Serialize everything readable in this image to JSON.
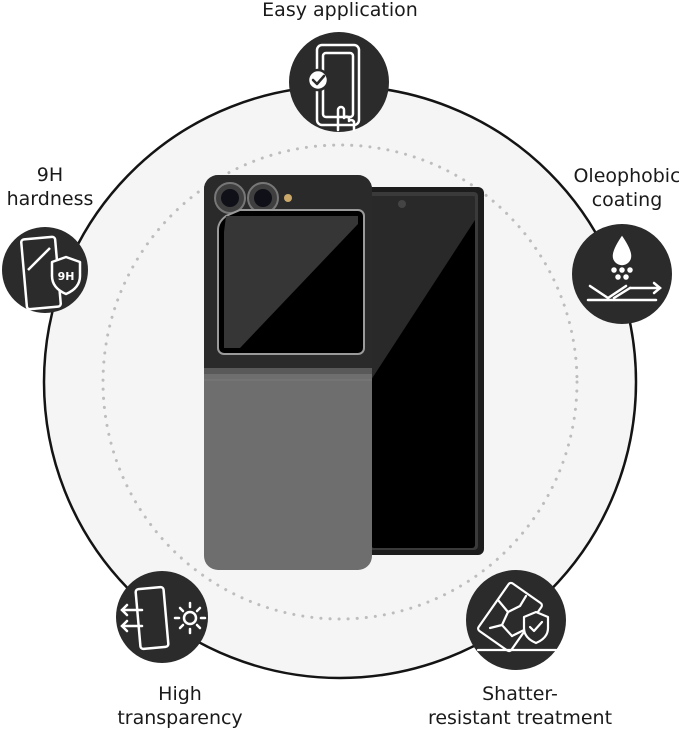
{
  "colors": {
    "background": "#ffffff",
    "circle_fill": "#f5f5f5",
    "circle_stroke": "#141414",
    "dots": "#bdbdbd",
    "badge": "#2b2b2b",
    "icon_line": "#ffffff",
    "phone_top": "#2a2a2a",
    "phone_bottom": "#6e6e6e",
    "screen": "#000000"
  },
  "features": [
    {
      "id": "easy",
      "icon": "touch-install-icon",
      "lines": [
        "Easy application"
      ]
    },
    {
      "id": "hardness",
      "icon": "9h-shield-icon",
      "lines": [
        "9H",
        "hardness"
      ],
      "badge_text": "9H"
    },
    {
      "id": "oleophobic",
      "icon": "water-drop-repel-icon",
      "lines": [
        "Oleophobic",
        "coating"
      ]
    },
    {
      "id": "transparency",
      "icon": "light-through-glass-icon",
      "lines": [
        "High",
        "transparency"
      ]
    },
    {
      "id": "shatter",
      "icon": "cracked-glass-shield-icon",
      "lines": [
        "Shatter-",
        "resistant treatment"
      ]
    }
  ]
}
